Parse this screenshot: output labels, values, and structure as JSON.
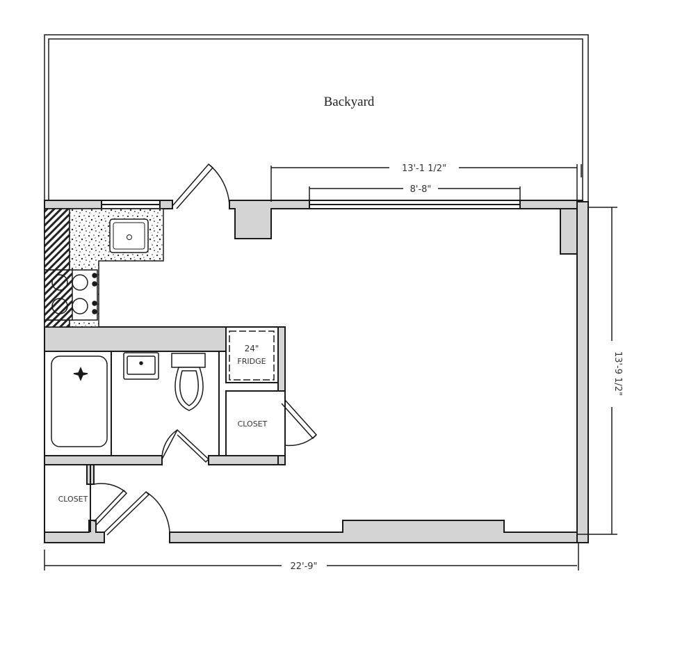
{
  "backyard": {
    "label": "Backyard"
  },
  "rooms": {
    "fridge": {
      "size": "24\"",
      "label": "FRIDGE"
    },
    "closet_hall": {
      "label": "CLOSET"
    },
    "closet_entry": {
      "label": "CLOSET"
    }
  },
  "dimensions": {
    "top_outer": "13'-1 1/2\"",
    "top_window": "8'-8\"",
    "right_height": "13'-9 1/2\"",
    "bottom_width": "22'-9\""
  },
  "colors": {
    "wall_fill": "#d4d4d4",
    "line": "#1a1a1a"
  }
}
